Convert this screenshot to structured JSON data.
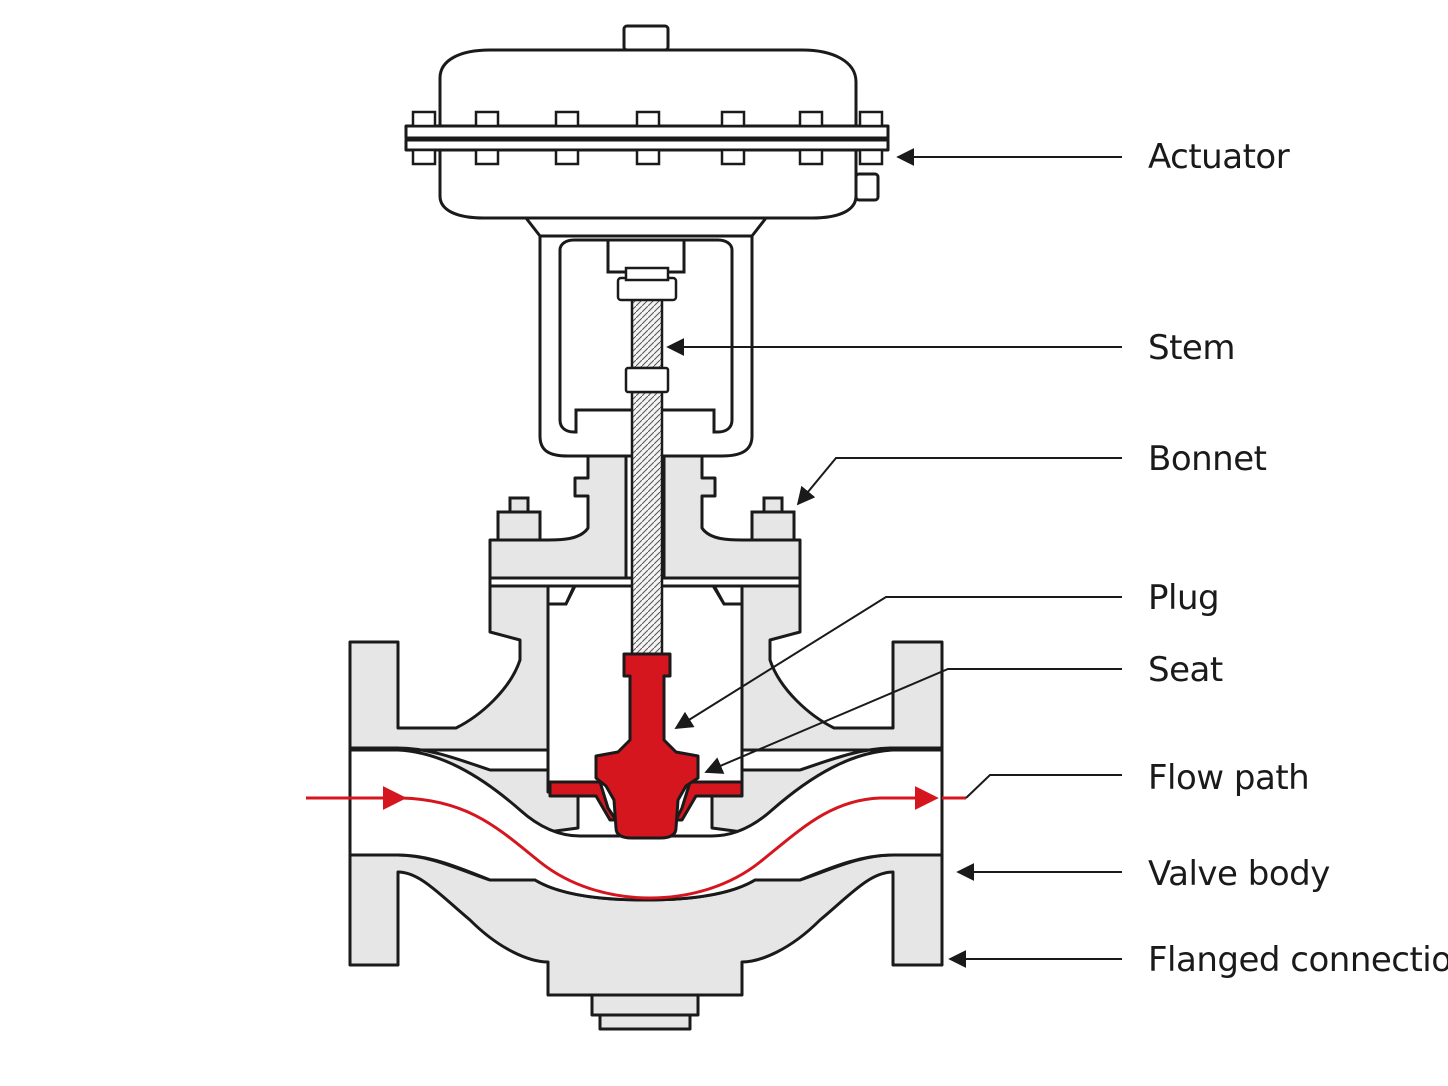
{
  "diagram": {
    "labels": {
      "actuator": "Actuator",
      "stem": "Stem",
      "bonnet": "Bonnet",
      "plug": "Plug",
      "seat": "Seat",
      "flow_path": "Flow path",
      "valve_body": "Valve body",
      "flanged_connection": "Flanged connection"
    },
    "colors": {
      "outline": "#1a1a1a",
      "body_fill": "#e6e6e6",
      "actuator_fill": "#ffffff",
      "highlight": "#d6161e",
      "flow": "#d6161e"
    }
  }
}
